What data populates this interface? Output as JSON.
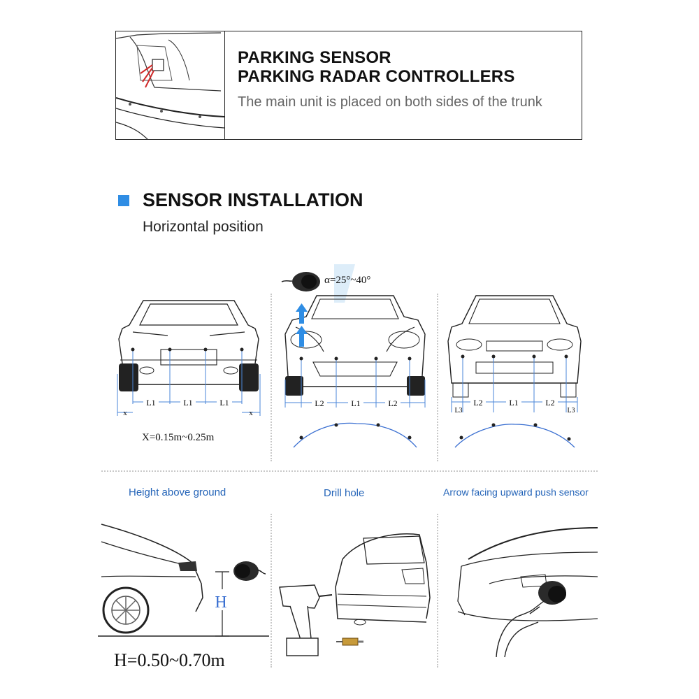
{
  "header": {
    "title_line1": "PARKING SENSOR",
    "title_line2": "PARKING RADAR CONTROLLERS",
    "subtitle": "The main unit is placed on both sides of the trunk"
  },
  "section": {
    "title": "SENSOR INSTALLATION",
    "subtitle": "Horizontal position",
    "accent_color": "#2f8de4"
  },
  "diagrams": {
    "rear_car": {
      "labels": [
        "x",
        "L1",
        "L1",
        "L1",
        "x"
      ],
      "formula": "X=0.15m~0.25m"
    },
    "front_car": {
      "labels": [
        "L2",
        "L1",
        "L2"
      ],
      "angle": "α=25°~40°"
    },
    "sedan": {
      "labels": [
        "L3",
        "L2",
        "L1",
        "L2",
        "L3"
      ]
    }
  },
  "steps": {
    "height_caption": "Height above ground",
    "height_label": "H",
    "height_formula": "H=0.50~0.70m",
    "drill_caption": "Drill hole",
    "push_caption": "Arrow facing upward  push sensor"
  },
  "colors": {
    "caption": "#2464b8",
    "guide": "#3a6fd1",
    "dim": "#4a86d8"
  }
}
